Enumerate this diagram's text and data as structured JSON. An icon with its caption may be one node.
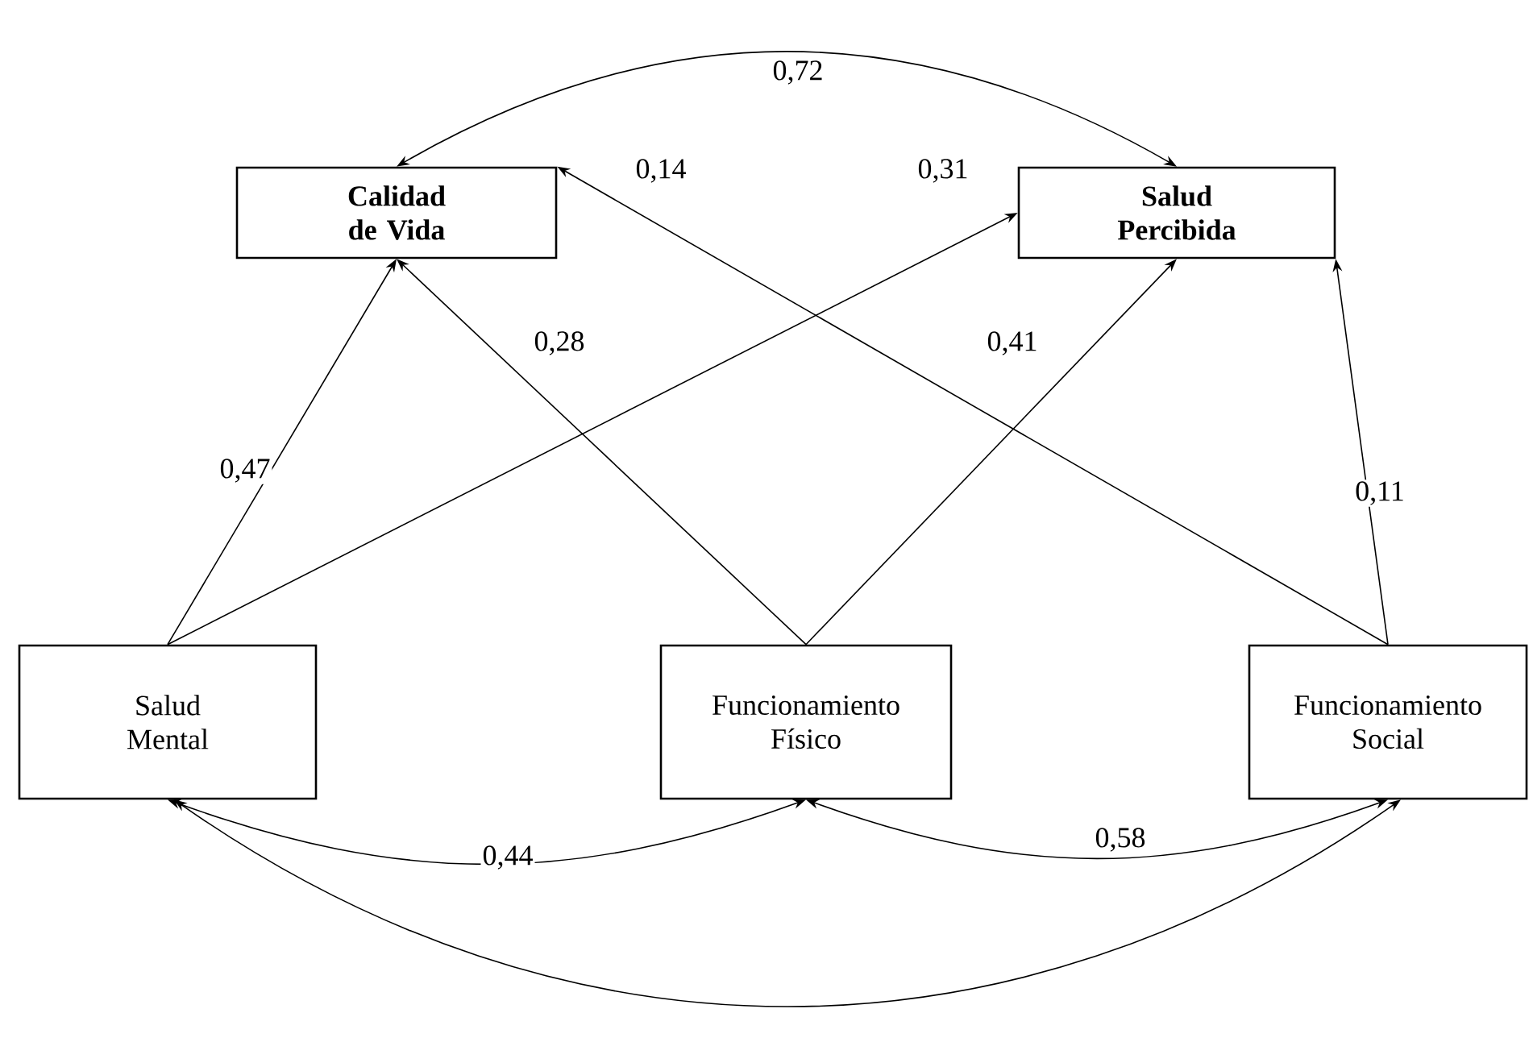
{
  "diagram": {
    "nodes": [
      {
        "text": [
          "Calidad de Vida"
        ]
      },
      {
        "text": [
          "Salud Percibida"
        ]
      },
      {
        "text": [
          "Salud Mental"
        ]
      },
      {
        "text": [
          "Funcionamiento Físico"
        ]
      },
      {
        "text": [
          "Funcionamiento Social"
        ]
      }
    ],
    "edges": [
      {
        "from": 0,
        "to": 1,
        "arrow": "both",
        "label": "0,72"
      },
      {
        "from": 2,
        "to": 0,
        "arrow": "to",
        "label": "0,47"
      },
      {
        "from": 2,
        "to": 1,
        "arrow": "to",
        "label": "0,31"
      },
      {
        "from": 3,
        "to": 0,
        "arrow": "to",
        "label": "0,28"
      },
      {
        "from": 3,
        "to": 1,
        "arrow": "to",
        "label": "0,41"
      },
      {
        "from": 4,
        "to": 0,
        "arrow": "to",
        "label": "0,14"
      },
      {
        "from": 4,
        "to": 1,
        "arrow": "to",
        "label": "0,11"
      },
      {
        "from": 2,
        "to": 3,
        "arrow": "both",
        "label": "0,44"
      },
      {
        "from": 3,
        "to": 4,
        "arrow": "both",
        "label": "0,58"
      },
      {
        "from": 2,
        "to": 4,
        "arrow": "both"
      }
    ]
  }
}
